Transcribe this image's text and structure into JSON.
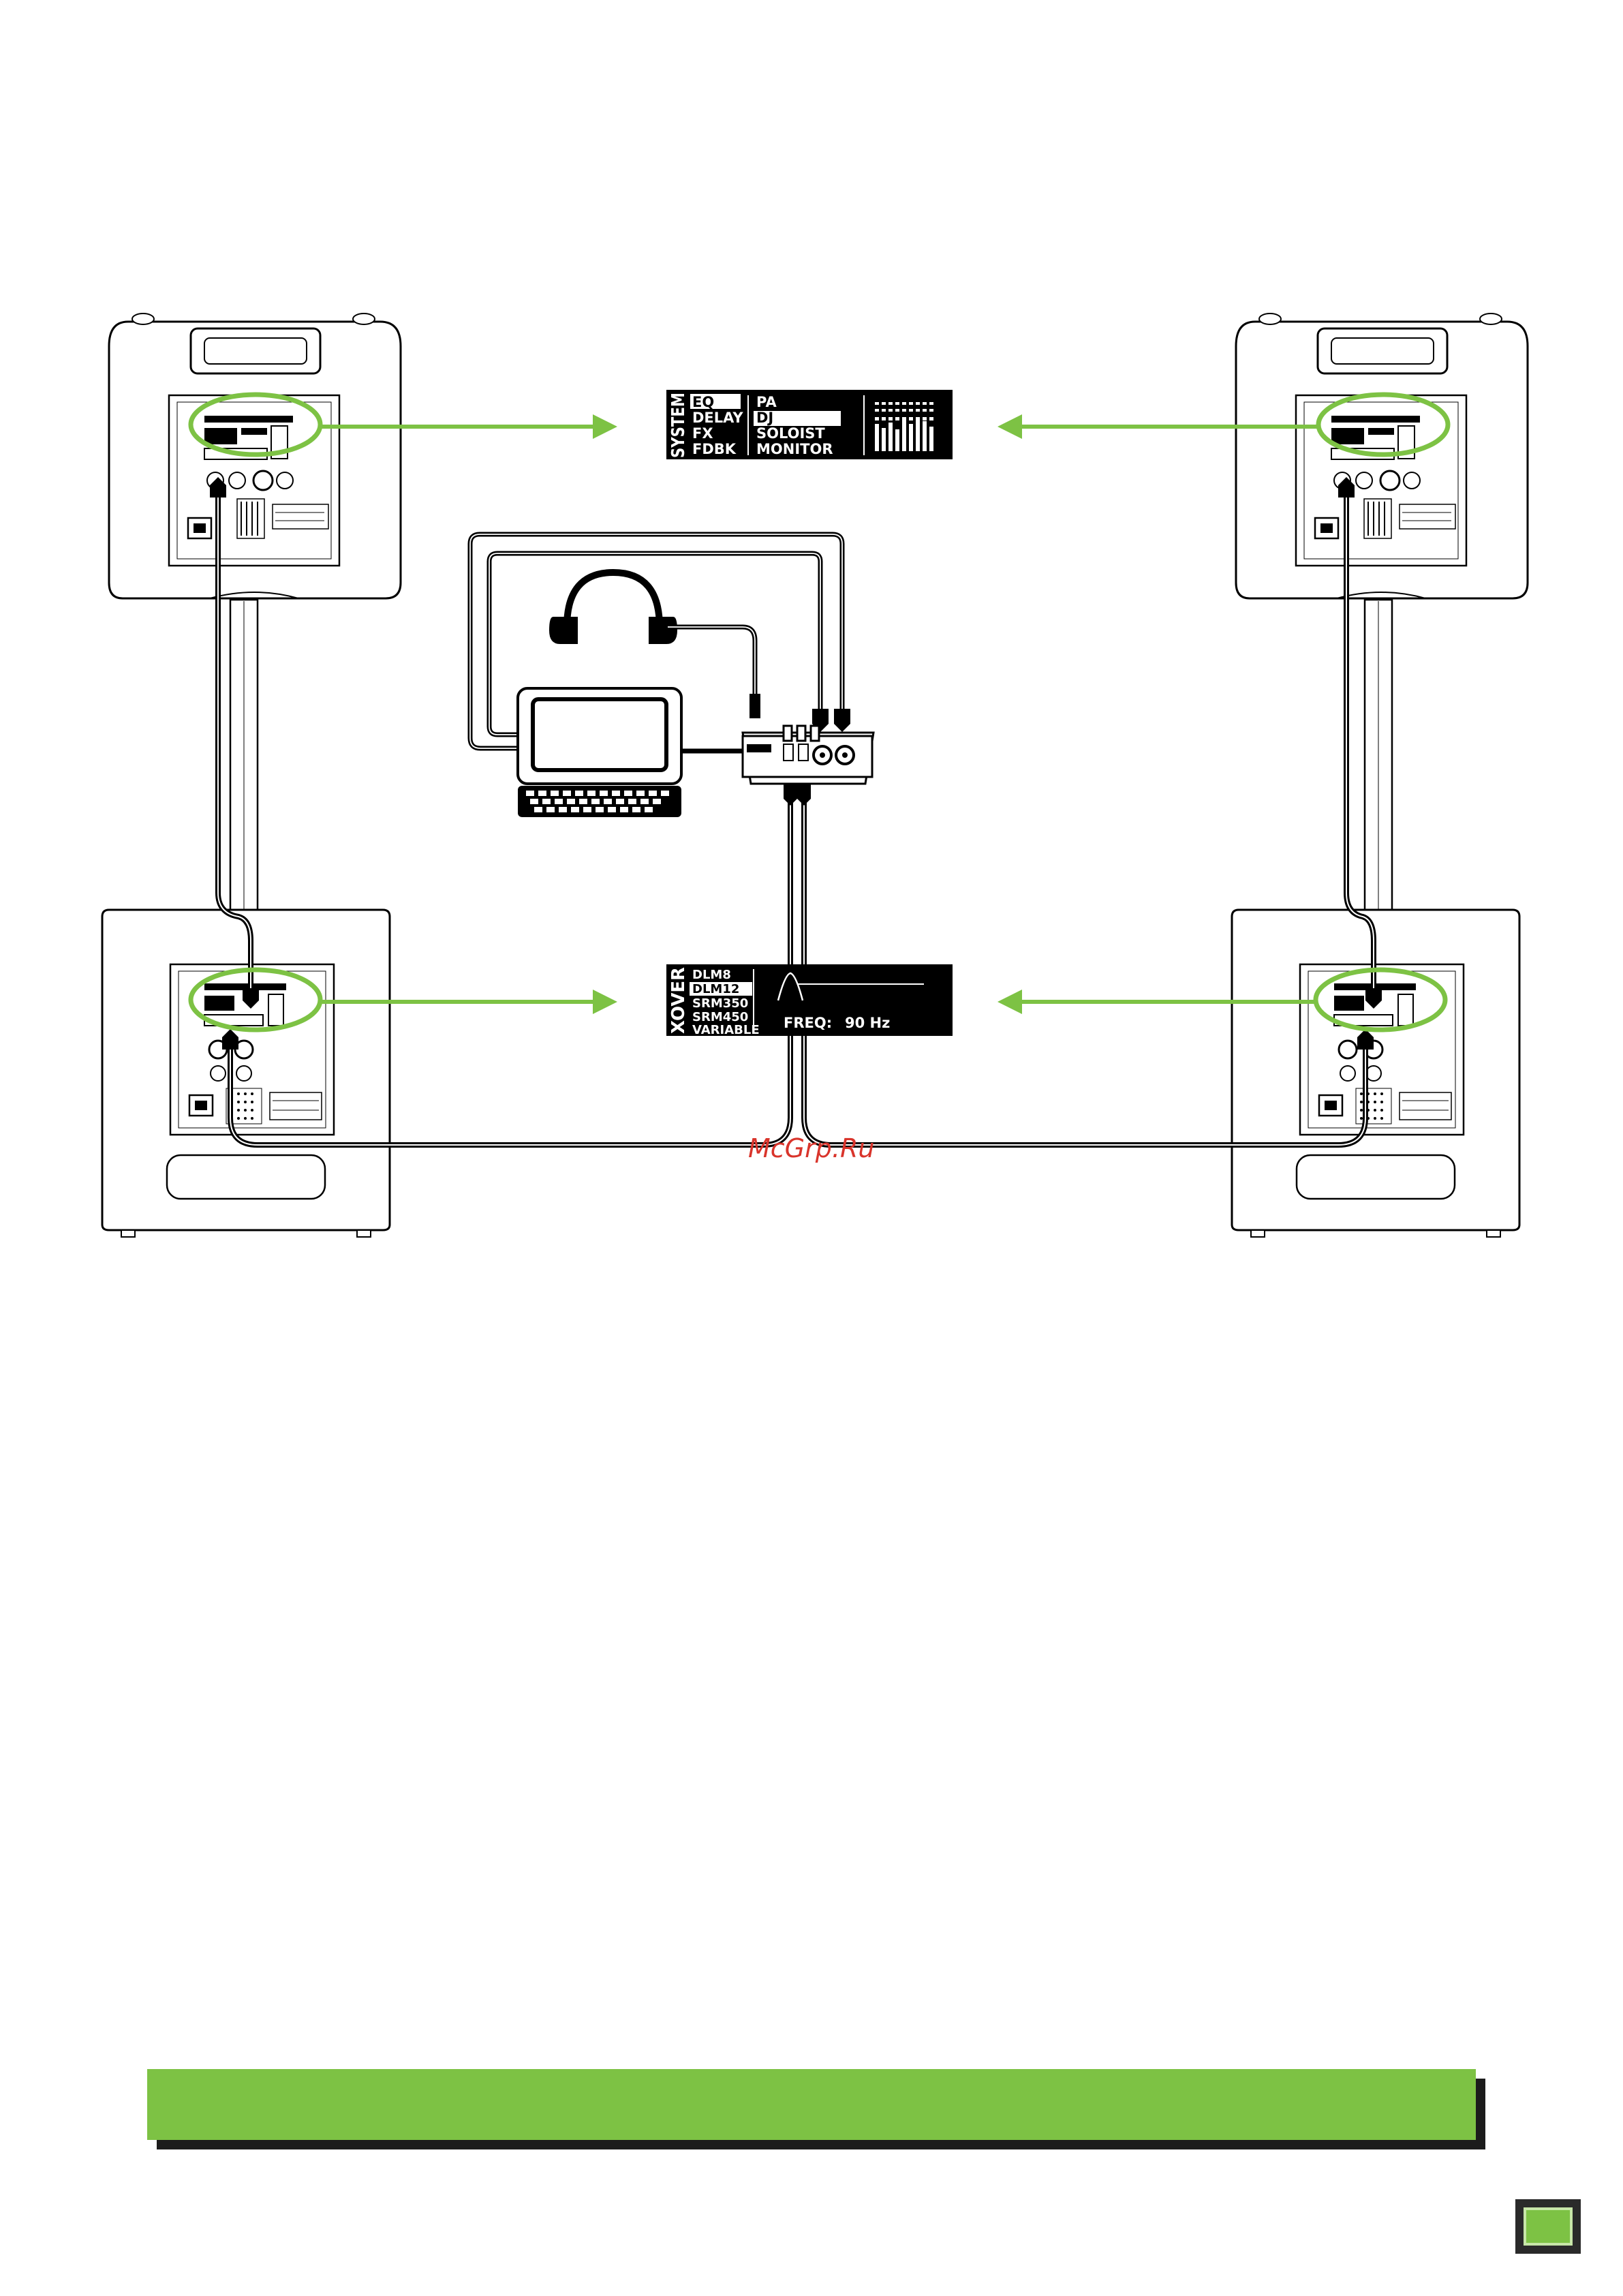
{
  "system_display": {
    "vertical_label": "SYSTEM",
    "menu_items": [
      "EQ",
      "DELAY",
      "FX",
      "FDBK"
    ],
    "options": [
      "PA",
      "DJ",
      "SOLOIST",
      "MONITOR"
    ],
    "selected_menu": "EQ",
    "selected_option": "DJ"
  },
  "xover_display": {
    "vertical_label": "XOVER",
    "options": [
      "DLM8",
      "DLM12",
      "SRM350",
      "SRM450",
      "VARIABLE"
    ],
    "selected_option": "DLM12",
    "freq_label": "FREQ:",
    "freq_value": "90 Hz"
  },
  "watermark": "McGrp.Ru",
  "colors": {
    "accent_green": "#7dc244",
    "ink": "#000000",
    "shadow": "#1c1c1c"
  }
}
